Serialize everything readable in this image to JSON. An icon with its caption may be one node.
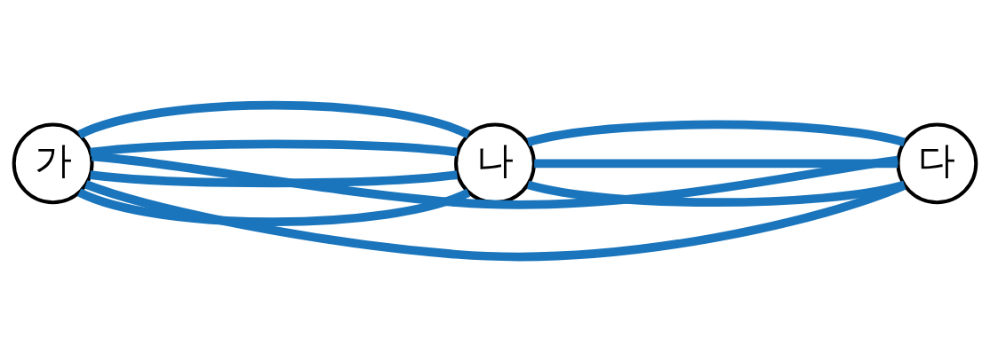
{
  "diagram": {
    "nodes": [
      {
        "text": [
          "가"
        ]
      },
      {
        "text": [
          "나"
        ]
      },
      {
        "text": [
          "다"
        ]
      }
    ],
    "edges": [
      {
        "from": 0,
        "to": 2,
        "arrow": "none"
      },
      {
        "from": 0,
        "to": 1,
        "arrow": "none"
      },
      {
        "from": 0,
        "to": 1,
        "arrow": "none"
      },
      {
        "from": 1,
        "to": 2,
        "arrow": "none"
      },
      {
        "from": 1,
        "to": 2,
        "arrow": "none"
      },
      {
        "from": 0,
        "to": 1,
        "arrow": "none"
      },
      {
        "from": 0,
        "to": 1,
        "arrow": "none"
      },
      {
        "from": 1,
        "to": 2,
        "arrow": "none"
      },
      {
        "from": 0,
        "to": 2,
        "arrow": "none"
      }
    ]
  }
}
